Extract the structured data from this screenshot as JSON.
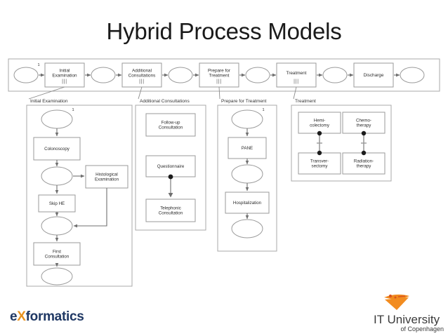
{
  "slide": {
    "title": "Hybrid Process Models",
    "background": "#ffffff"
  },
  "colors": {
    "shape_stroke": "#9a9a9a",
    "connector": "#6f6f6f",
    "text": "#2b2b2b",
    "exformatics_text": "#1f3864",
    "exformatics_accent": "#e8921f",
    "itu_text": "#3b3b3b",
    "itu_accent": "#f08a1e",
    "itu_accent_dark": "#d9531e"
  },
  "top_flow": {
    "submodel_marker": "|||",
    "initial_token": "1",
    "nodes": [
      {
        "kind": "place",
        "label": ""
      },
      {
        "kind": "transition",
        "label": "Initial\nExamination",
        "sub": true
      },
      {
        "kind": "place",
        "label": ""
      },
      {
        "kind": "transition",
        "label": "Additional\nConsultations",
        "sub": true
      },
      {
        "kind": "place",
        "label": ""
      },
      {
        "kind": "transition",
        "label": "Prepare for\nTreatment",
        "sub": true
      },
      {
        "kind": "place",
        "label": ""
      },
      {
        "kind": "transition",
        "label": "Treatment",
        "sub": true
      },
      {
        "kind": "place",
        "label": ""
      },
      {
        "kind": "transition",
        "label": "Discharge",
        "sub": false
      },
      {
        "kind": "place",
        "label": ""
      }
    ]
  },
  "panels": [
    {
      "caption": "Initial Examination",
      "type": "petri-net",
      "token": "1",
      "nodes": [
        {
          "id": "p1",
          "kind": "place",
          "label": ""
        },
        {
          "id": "t1",
          "kind": "transition",
          "label": "Colonoscopy"
        },
        {
          "id": "p2",
          "kind": "place",
          "label": ""
        },
        {
          "id": "t2",
          "kind": "transition",
          "label": "Histological\nExamination"
        },
        {
          "id": "t3",
          "kind": "transition",
          "label": "Skip HE"
        },
        {
          "id": "p3",
          "kind": "place",
          "label": ""
        },
        {
          "id": "t4",
          "kind": "transition",
          "label": "First\nConsultation"
        },
        {
          "id": "p4",
          "kind": "place",
          "label": ""
        }
      ]
    },
    {
      "caption": "Additional Consultations",
      "type": "declare",
      "nodes": [
        {
          "id": "a1",
          "label": "Follow-up\nConsultation"
        },
        {
          "id": "a2",
          "label": "Questionnaire"
        },
        {
          "id": "a3",
          "label": "Telephonic\nConsultation"
        }
      ],
      "constraints": [
        {
          "from": "a2",
          "to": "a3",
          "style": "response"
        }
      ]
    },
    {
      "caption": "Prepare for Treatment",
      "type": "petri-net",
      "token": "1",
      "nodes": [
        {
          "id": "q1",
          "kind": "place",
          "label": ""
        },
        {
          "id": "u1",
          "kind": "transition",
          "label": "PANE"
        },
        {
          "id": "q2",
          "kind": "place",
          "label": ""
        },
        {
          "id": "u2",
          "kind": "transition",
          "label": "Hospitalization"
        },
        {
          "id": "q3",
          "kind": "place",
          "label": ""
        }
      ]
    },
    {
      "caption": "Treatment",
      "type": "declare",
      "nodes": [
        {
          "id": "r1",
          "label": "Hemi-\ncolectomy"
        },
        {
          "id": "r2",
          "label": "Chemo-\ntherapy"
        },
        {
          "id": "r3",
          "label": "Transver-\nsectomy"
        },
        {
          "id": "r4",
          "label": "Radiation-\ntherapy"
        }
      ],
      "constraints": [
        {
          "from": "r1",
          "to": "r3",
          "style": "not-coexistence"
        },
        {
          "from": "r2",
          "to": "r4",
          "style": "not-coexistence"
        }
      ]
    }
  ],
  "footer": {
    "exformatics": {
      "pre": "e",
      "mark": "X",
      "post": "formatics"
    },
    "itu": {
      "line1": "IT University",
      "line2": "of Copenhagen"
    }
  }
}
